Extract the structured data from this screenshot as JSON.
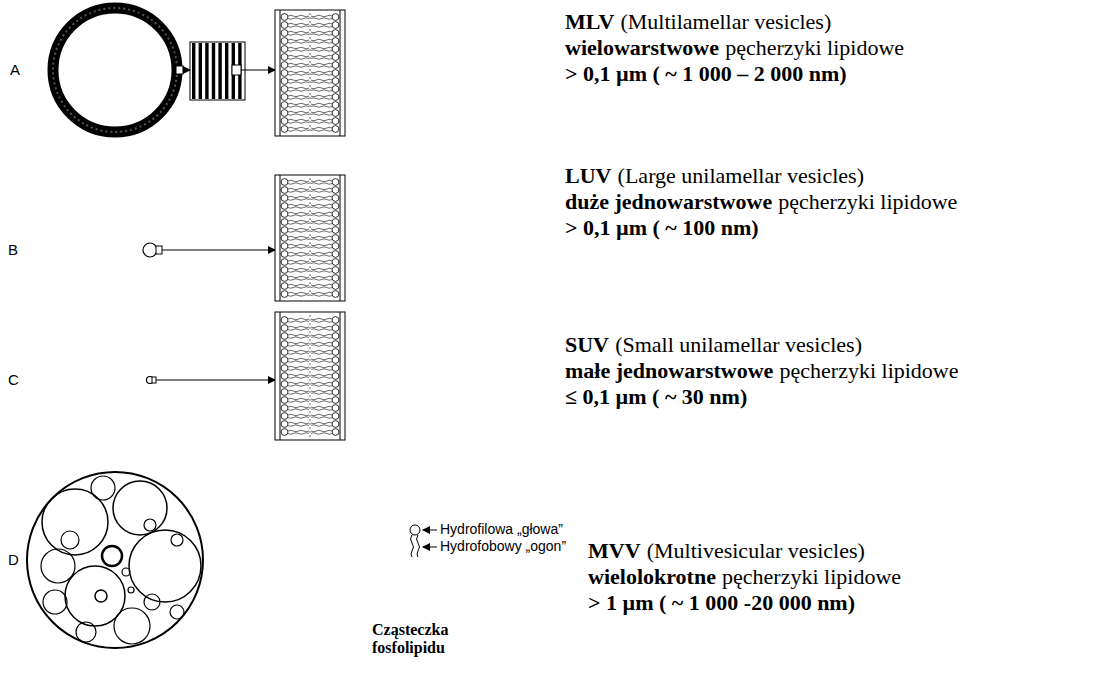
{
  "diagram": {
    "labels": [
      "A",
      "B",
      "C",
      "D",
      "MLV",
      "(Multilamellar vesicles)",
      "wielowarstwowe",
      "pęcherzyki lipidowe",
      "> 0,1 µm ( ~ 1 000 – 2 000 nm)",
      "LUV",
      "(Large unilamellar vesicles)",
      "duże jednowarstwowe",
      "pęcherzyki lipidowe",
      "> 0,1 µm ( ~ 100 nm)",
      "SUV",
      "(Small unilamellar vesicles)",
      "małe jednowarstwowe",
      "pęcherzyki lipidowe",
      "≤ 0,1 µm ( ~ 30 nm)",
      "MVV",
      "(Multivesicular vesicles)",
      "wielolokrotne",
      "pęcherzyki lipidowe",
      "> 1 µm ( ~ 1 000 -20 000 nm)",
      "Hydrofilowa „głowa”",
      "Hydrofobowy „ogon”",
      "Cząsteczka fosfolipidu"
    ]
  }
}
